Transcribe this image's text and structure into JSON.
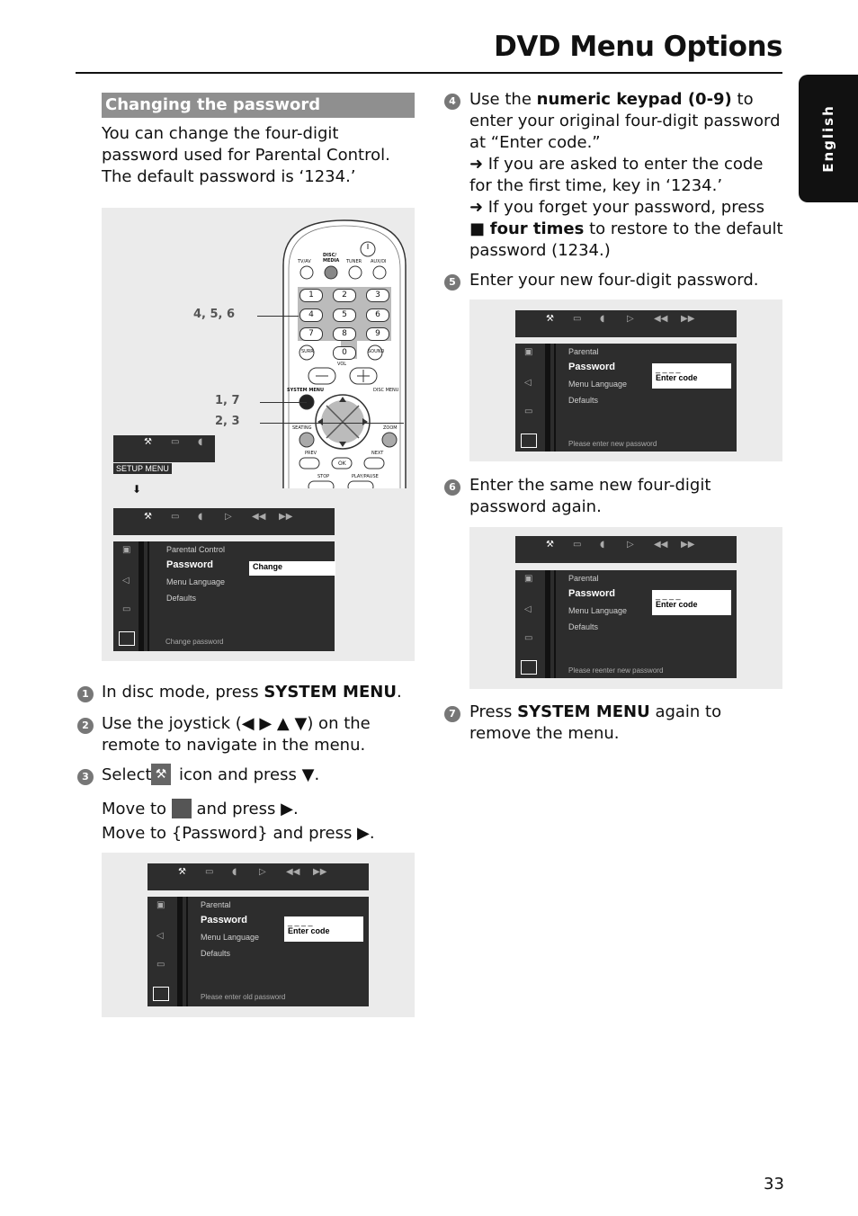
{
  "header": {
    "title": "DVD Menu Options"
  },
  "language_tab": "English",
  "section": {
    "heading": "Changing the password",
    "intro": "You can change the four-digit password used for Parental Control. The default password is ‘1234.’"
  },
  "remote": {
    "labels": [
      "TV/AV",
      "DISC/ MEDIA",
      "TUNER",
      "AUX/DI"
    ],
    "keys": [
      "1",
      "2",
      "3",
      "4",
      "5",
      "6",
      "7",
      "8",
      "9",
      "0"
    ],
    "surr": "SURR",
    "sound": "SOUND",
    "vol": "VOL",
    "system_menu": "SYSTEM MENU",
    "disc_menu": "DISC MENU",
    "seating": "SEATING",
    "zoom": "ZOOM",
    "prev": "PREV",
    "next": "NEXT",
    "ok": "OK",
    "stop": "STOP",
    "play_pause": "PLAY/PAUSE",
    "callout_a": "4, 5, 6",
    "callout_b": "1, 7",
    "callout_c": "2, 3"
  },
  "setup_label": "SETUP MENU",
  "osd1": {
    "items": [
      "Parental Control",
      "Password",
      "Menu Language",
      "Defaults"
    ],
    "box": "Change",
    "hint": "Change  password"
  },
  "steps_left": [
    {
      "n": "1",
      "text_pre": "In disc mode, press ",
      "bold": "SYSTEM MENU",
      "text_post": "."
    },
    {
      "n": "2",
      "text_pre": "Use the joystick (◀ ▶ ▲ ▼) on the remote to navigate in the menu.",
      "bold": "",
      "text_post": ""
    },
    {
      "n": "3",
      "text_pre": "Select",
      "bold": "",
      "text_post": "icon and press ▼."
    }
  ],
  "move1": {
    "pre": "Move to",
    "post": "and press ▶."
  },
  "move2": "Move to {Password} and press ▶.",
  "osd_old": {
    "items": [
      "Parental",
      "Password",
      "Menu Language",
      "Defaults"
    ],
    "dashes": "_ _ _ _",
    "box": "Enter code",
    "hint": "Please enter old password"
  },
  "step4": {
    "n": "4",
    "pre": "Use the ",
    "bold": "numeric keypad (0-9)",
    "post": " to enter your original four-digit password at “Enter code.”",
    "note1": "➜ If you are asked to enter the code for the first time, key in ‘1234.’",
    "note2_pre": "➜ If you forget your password, press ■",
    "note2_bold": "four times",
    "note2_post": " to restore to the default password (1234.)"
  },
  "step5": {
    "n": "5",
    "text": "Enter your new four-digit password."
  },
  "osd_new": {
    "items": [
      "Parental",
      "Password",
      "Menu Language",
      "Defaults"
    ],
    "dashes": "_ _ _ _",
    "box": "Enter code",
    "hint": "Please enter new password"
  },
  "step6": {
    "n": "6",
    "text": "Enter the same new four-digit password again."
  },
  "osd_reenter": {
    "items": [
      "Parental",
      "Password",
      "Menu Language",
      "Defaults"
    ],
    "dashes": "_ _ _ _",
    "box": "Enter code",
    "hint": "Please reenter new password"
  },
  "step7": {
    "n": "7",
    "pre": "Press ",
    "bold": "SYSTEM MENU",
    "post": " again to remove the menu."
  },
  "page_number": "33"
}
